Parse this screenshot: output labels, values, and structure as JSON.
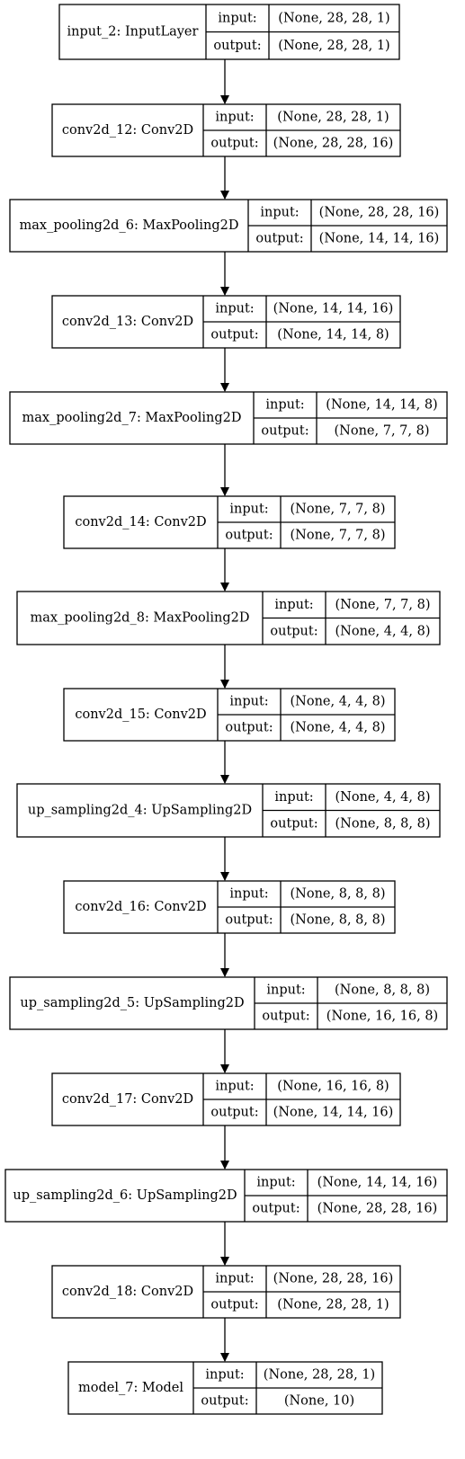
{
  "diagram": {
    "port_labels": {
      "input": "input:",
      "output": "output:"
    },
    "layers": [
      {
        "name": "input_2: InputLayer",
        "input": "(None, 28, 28, 1)",
        "output": "(None, 28, 28, 1)"
      },
      {
        "name": "conv2d_12: Conv2D",
        "input": "(None, 28, 28, 1)",
        "output": "(None, 28, 28, 16)"
      },
      {
        "name": "max_pooling2d_6: MaxPooling2D",
        "input": "(None, 28, 28, 16)",
        "output": "(None, 14, 14, 16)"
      },
      {
        "name": "conv2d_13: Conv2D",
        "input": "(None, 14, 14, 16)",
        "output": "(None, 14, 14, 8)"
      },
      {
        "name": "max_pooling2d_7: MaxPooling2D",
        "input": "(None, 14, 14, 8)",
        "output": "(None, 7, 7, 8)"
      },
      {
        "name": "conv2d_14: Conv2D",
        "input": "(None, 7, 7, 8)",
        "output": "(None, 7, 7, 8)"
      },
      {
        "name": "max_pooling2d_8: MaxPooling2D",
        "input": "(None, 7, 7, 8)",
        "output": "(None, 4, 4, 8)"
      },
      {
        "name": "conv2d_15: Conv2D",
        "input": "(None, 4, 4, 8)",
        "output": "(None, 4, 4, 8)"
      },
      {
        "name": "up_sampling2d_4: UpSampling2D",
        "input": "(None, 4, 4, 8)",
        "output": "(None, 8, 8, 8)"
      },
      {
        "name": "conv2d_16: Conv2D",
        "input": "(None, 8, 8, 8)",
        "output": "(None, 8, 8, 8)"
      },
      {
        "name": "up_sampling2d_5: UpSampling2D",
        "input": "(None, 8, 8, 8)",
        "output": "(None, 16, 16, 8)"
      },
      {
        "name": "conv2d_17: Conv2D",
        "input": "(None, 16, 16, 8)",
        "output": "(None, 14, 14, 16)"
      },
      {
        "name": "up_sampling2d_6: UpSampling2D",
        "input": "(None, 14, 14, 16)",
        "output": "(None, 28, 28, 16)"
      },
      {
        "name": "conv2d_18: Conv2D",
        "input": "(None, 28, 28, 16)",
        "output": "(None, 28, 28, 1)"
      },
      {
        "name": "model_7: Model",
        "input": "(None, 28, 28, 1)",
        "output": "(None, 10)"
      }
    ]
  }
}
